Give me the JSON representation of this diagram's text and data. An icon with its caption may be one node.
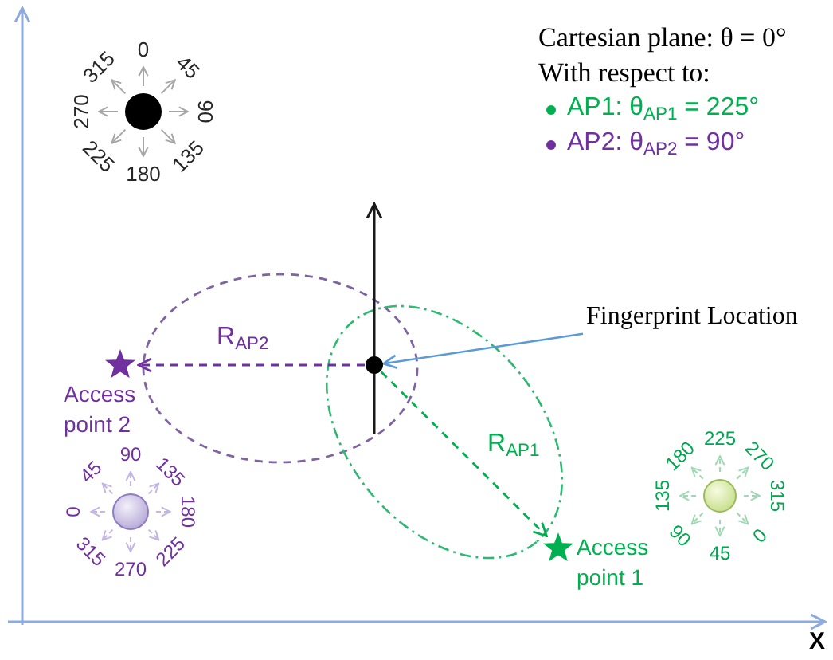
{
  "diagram": {
    "nodes": [
      {
        "text": [],
        "shape": "circle",
        "beside": [
          "0",
          "45",
          "90",
          "135",
          "180",
          "225",
          "270",
          "315"
        ]
      },
      {
        "text": [
          "Fingerprint Location"
        ]
      },
      {
        "text": [],
        "shape": "circle"
      },
      {
        "text": [],
        "shape": "star",
        "beside": [
          "Access point 2"
        ]
      },
      {
        "text": [],
        "shape": "circle",
        "beside": [
          "225",
          "270",
          "315",
          "0",
          "45",
          "90",
          "135",
          "180"
        ]
      },
      {
        "text": [],
        "shape": "circle",
        "beside": [
          "90",
          "135",
          "180",
          "225",
          "270",
          "315",
          "0",
          "45"
        ]
      },
      {
        "text": [],
        "shape": "star",
        "beside": [
          "Access point 1"
        ]
      }
    ],
    "edges": [
      {
        "from": 1,
        "to": 2,
        "arrow": "to",
        "color": "#5b9bd5"
      },
      {
        "from": 2,
        "to": 3,
        "arrow": "to",
        "label": "R$_{AP2}$",
        "style": "dashed",
        "color": "#7030a0"
      },
      {
        "from": 2,
        "to": 6,
        "arrow": "to",
        "label": "R$_{AP1}$",
        "style": "dashed",
        "color": "#00b050"
      }
    ],
    "labels": [
      "Cartesian plane: θ = 0°",
      "With respect to:",
      "AP1: θ$_{AP1}$ = 225°",
      "AP2: θ$_{AP2}$ = 90°",
      "X"
    ]
  }
}
